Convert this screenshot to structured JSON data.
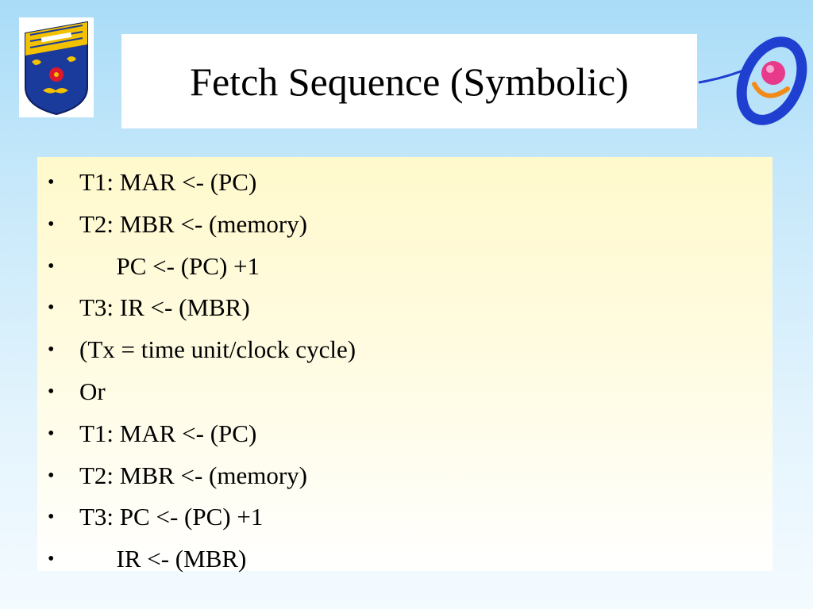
{
  "slide": {
    "title": "Fetch Sequence (Symbolic)",
    "bullet_char": "•",
    "bullets": [
      "T1: MAR <- (PC)",
      "T2: MBR <- (memory)",
      "      PC <- (PC) +1",
      "T3: IR <- (MBR)",
      "(Tx = time unit/clock cycle)",
      "Or",
      "T1: MAR <- (PC)",
      "T2: MBR <- (memory)",
      "T3: PC <- (PC) +1",
      "      IR <- (MBR)"
    ]
  },
  "branding": {
    "crest_icon": "university-crest-icon",
    "logo_icon": "swirl-orbit-logo-icon"
  },
  "colors": {
    "crest_shield": "#1a3a9c",
    "crest_band": "#f2c200",
    "crest_rose": "#e0182c",
    "logo_blue": "#1f3fd0",
    "logo_orange": "#f28a1a",
    "logo_pink": "#e83a8a"
  }
}
